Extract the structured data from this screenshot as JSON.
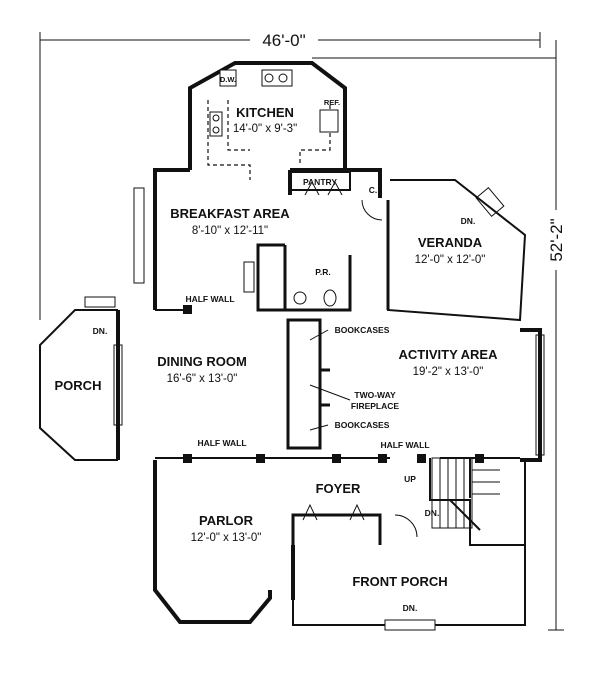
{
  "plan": {
    "overall_width": "46'-0\"",
    "overall_depth": "52'-2\""
  },
  "rooms": {
    "kitchen": {
      "name": "KITCHEN",
      "size": "14'-0\" x 9'-3\""
    },
    "breakfast": {
      "name": "BREAKFAST AREA",
      "size": "8'-10\" x 12'-11\""
    },
    "veranda": {
      "name": "VERANDA",
      "size": "12'-0\" x 12'-0\""
    },
    "dining": {
      "name": "DINING ROOM",
      "size": "16'-6\" x 13'-0\""
    },
    "activity": {
      "name": "ACTIVITY AREA",
      "size": "19'-2\" x 13'-0\""
    },
    "porch": {
      "name": "PORCH"
    },
    "foyer": {
      "name": "FOYER"
    },
    "parlor": {
      "name": "PARLOR",
      "size": "12'-0\" x 13'-0\""
    },
    "front_porch": {
      "name": "FRONT PORCH"
    }
  },
  "notes": {
    "dw": "D.W.",
    "ref": "REF.",
    "pantry": "PANTRY",
    "closet": "C.",
    "pr": "P.R.",
    "half_wall": "HALF WALL",
    "bookcases": "BOOKCASES",
    "two_way": "TWO-WAY",
    "fireplace": "FIREPLACE",
    "up": "UP",
    "dn": "DN."
  }
}
